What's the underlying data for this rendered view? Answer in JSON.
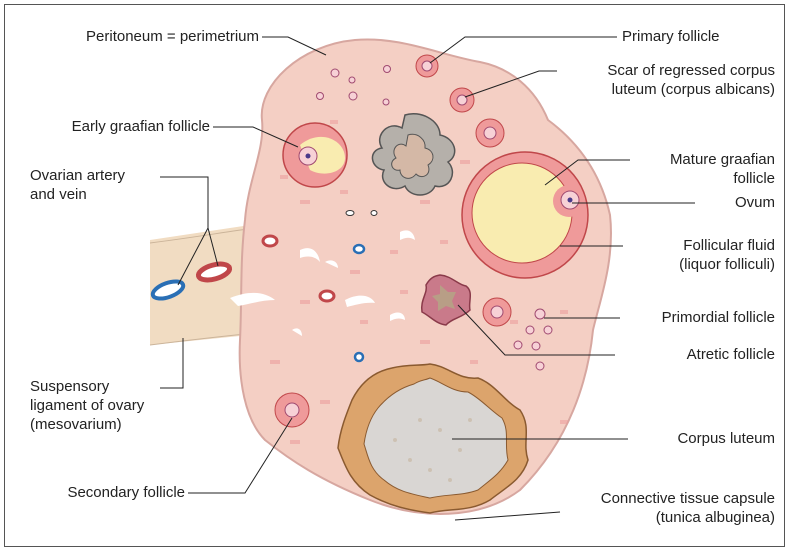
{
  "labels": {
    "peritoneum": "Peritoneum = perimetrium",
    "early_graafian": "Early graafian follicle",
    "ovarian_artery_1": "Ovarian artery",
    "ovarian_artery_2": "and vein",
    "suspensory_1": "Suspensory",
    "suspensory_2": "ligament of ovary",
    "suspensory_3": "(mesovarium)",
    "secondary": "Secondary follicle",
    "primary": "Primary follicle",
    "scar_1": "Scar of regressed corpus",
    "scar_2": "luteum (corpus albicans)",
    "mature_1": "Mature graafian",
    "mature_2": "follicle",
    "ovum": "Ovum",
    "fluid_1": "Follicular fluid",
    "fluid_2": "(liquor folliculi)",
    "primordial": "Primordial follicle",
    "atretic": "Atretic follicle",
    "corpus_luteum": "Corpus luteum",
    "capsule_1": "Connective tissue capsule",
    "capsule_2": "(tunica albuginea)"
  },
  "colors": {
    "ovary_fill": "#f4cfc4",
    "ovary_edge": "#d7a7a0",
    "mesovarium": "#f1dcc2",
    "follicle_ring": "#ef9a9a",
    "antrum": "#f9ecb0",
    "corpus_luteum": "#dca46c",
    "corpus_center": "#d9d6d3",
    "albicans": "#b5b0aa",
    "vessel_red": "#c0474a",
    "vessel_blue": "#2a6fb5",
    "leader_line": "#222222"
  }
}
